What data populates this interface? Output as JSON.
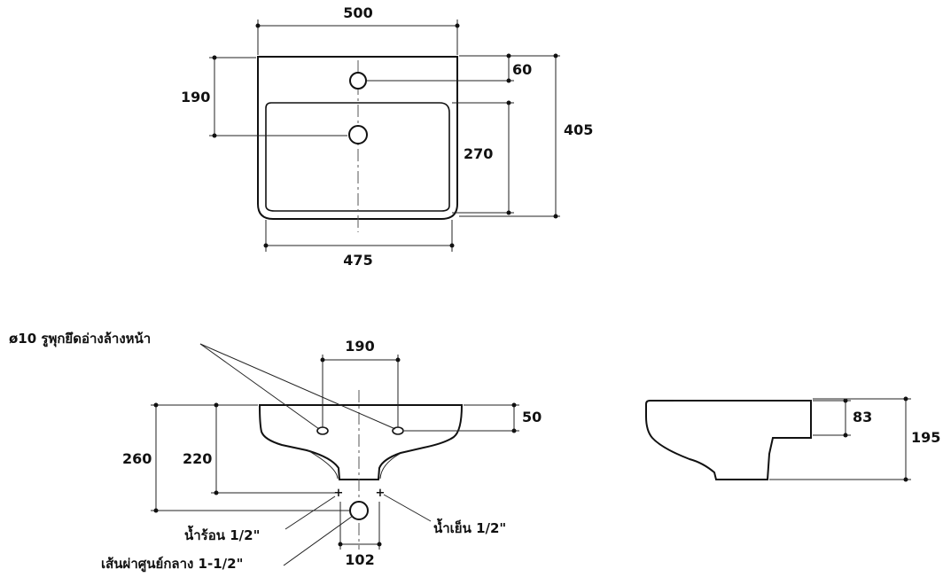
{
  "top_view": {
    "width_overall": "500",
    "width_bowl": "475",
    "depth_overall": "405",
    "depth_bowl": "270",
    "tap_hole_offset": "60",
    "drain_offset": "190"
  },
  "front_view": {
    "fixing_hole_spacing": "190",
    "fixing_hole_drop": "50",
    "height_overall": "260",
    "height_to_supply": "220",
    "waste_spacing": "102",
    "label_fixing_holes": "ø10 รูพุกยึดอ่างล้างหน้า",
    "label_hot_water": "น้ำร้อน 1/2\"",
    "label_cold_water": "น้ำเย็น 1/2\"",
    "label_waste": "เส้นผ่าศูนย์กลาง 1-1/2\""
  },
  "side_view": {
    "rim_height": "83",
    "height_overall": "195"
  }
}
